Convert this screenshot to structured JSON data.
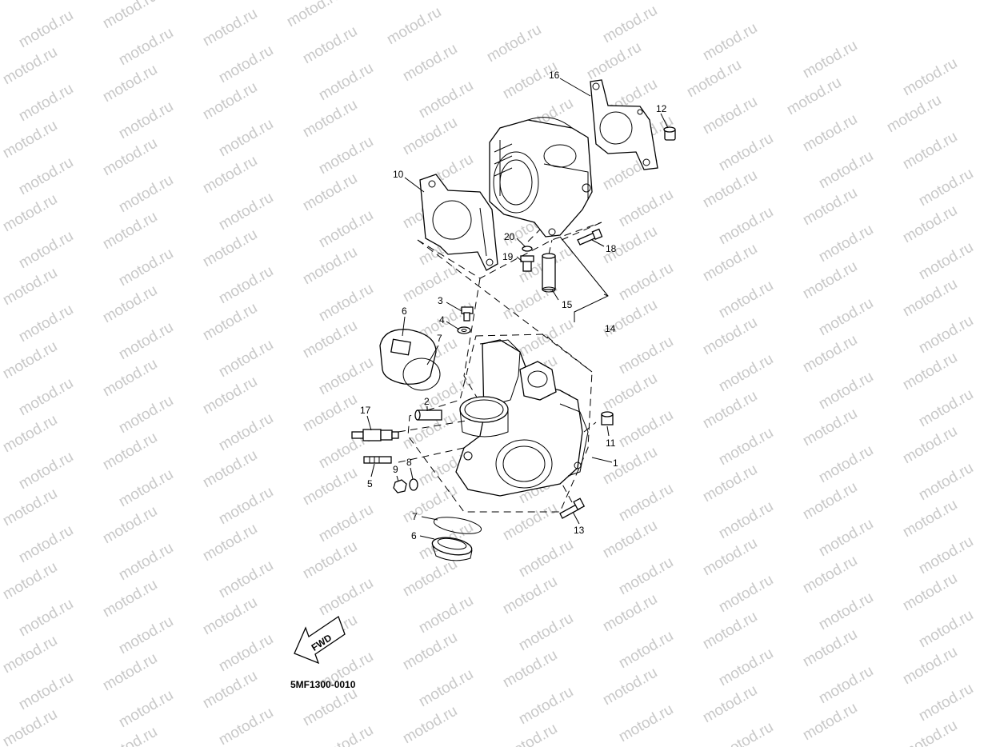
{
  "watermark": "motod.ru",
  "diagram_code": "5MF1300-0010",
  "fwd_label": "FWD",
  "callouts": {
    "c1": "1",
    "c2": "2",
    "c3": "3",
    "c4": "4",
    "c5": "5",
    "c6a": "6",
    "c6b": "6",
    "c7a": "7",
    "c7b": "7",
    "c8": "8",
    "c9": "9",
    "c10": "10",
    "c11": "11",
    "c12": "12",
    "c13": "13",
    "c14": "14",
    "c15": "15",
    "c16": "16",
    "c17": "17",
    "c18": "18",
    "c19": "19",
    "c20": "20"
  }
}
